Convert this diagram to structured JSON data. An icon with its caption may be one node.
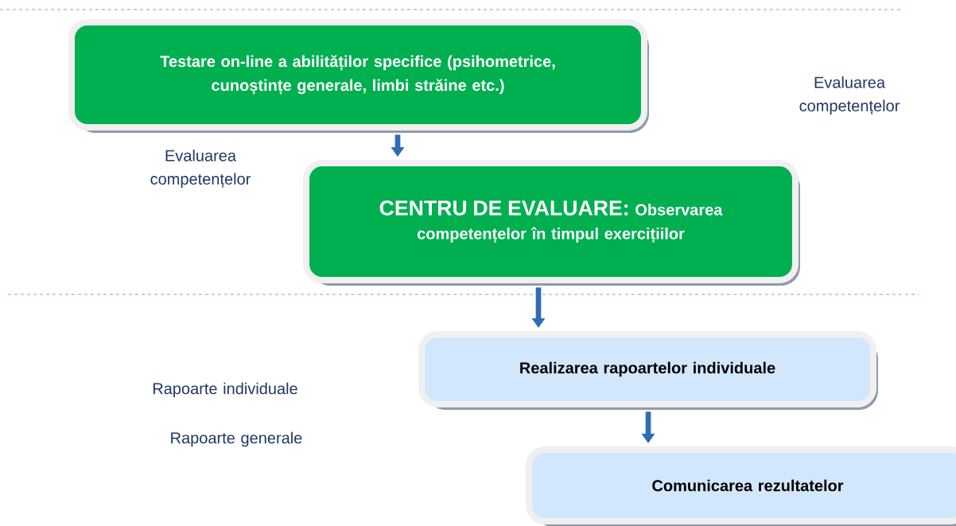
{
  "diagram": {
    "nodes": [
      {
        "text": [
          "Testare on-line a abilităților specifice (psihometrice, cunoștințe generale, limbi străine etc.)"
        ]
      },
      {
        "text": [
          "CENTRU DE EVALUARE:",
          "Observarea competențelor în timpul exercițiilor"
        ]
      },
      {
        "text": [
          "Realizarea rapoartelor individuale"
        ]
      },
      {
        "text": [
          "Comunicarea rezultatelor"
        ]
      }
    ],
    "edges": [
      {
        "from": 0,
        "to": 1,
        "arrow": "to"
      },
      {
        "from": 1,
        "to": 2,
        "arrow": "to"
      },
      {
        "from": 2,
        "to": 3,
        "arrow": "to"
      }
    ],
    "labels": [
      "Evaluarea competențelor",
      "Evaluarea competențelor",
      "Rapoarte individuale",
      "Rapoarte generale"
    ]
  }
}
